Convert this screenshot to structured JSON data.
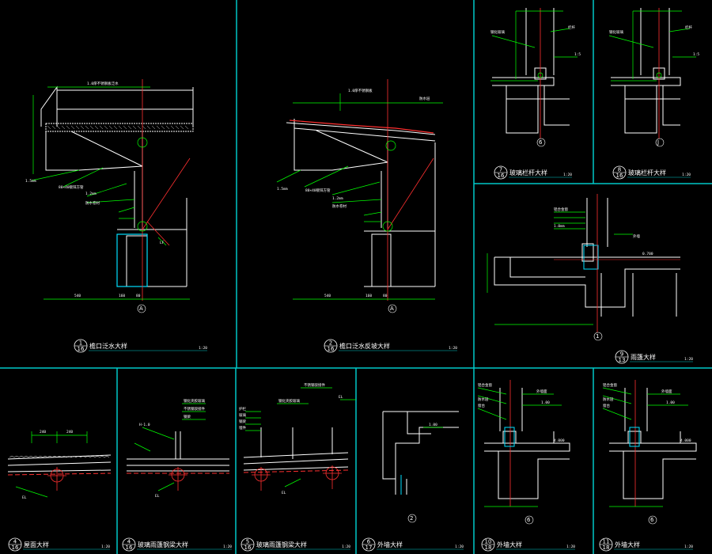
{
  "sheet": {
    "background": "#000000",
    "frame_color": "#00c8c8",
    "colors": {
      "outline": "#ffffff",
      "leader": "#00ff00",
      "axis": "#ff3030",
      "insulation": "#00e0ff",
      "hatch": "#ffffff"
    }
  },
  "details": [
    {
      "id": "d1",
      "no": "1",
      "ref": "16",
      "title": "檐口泛水大样",
      "scale": "1:20",
      "axis": "A",
      "dims": [
        "540",
        "160",
        "80"
      ]
    },
    {
      "id": "d2",
      "no": "2",
      "ref": "16",
      "title": "檐口泛水反坡大样",
      "scale": "1:20",
      "axis": "A",
      "dims": [
        "540",
        "160",
        "80"
      ]
    },
    {
      "id": "d3",
      "no": "7",
      "ref": "16",
      "title": "玻璃栏杆大样",
      "scale": "1:20",
      "axis": "6"
    },
    {
      "id": "d4",
      "no": "8",
      "ref": "16",
      "title": "玻璃栏杆大样",
      "scale": "1:20",
      "axis": "J"
    },
    {
      "id": "d5",
      "no": "9",
      "ref": "13",
      "title": "雨篷大样",
      "scale": "1:20",
      "axis": "1"
    },
    {
      "id": "d6",
      "no": "4",
      "ref": "16",
      "title": "屋面大样",
      "scale": "1:20"
    },
    {
      "id": "d7",
      "no": "4",
      "ref": "16",
      "title": "玻璃雨篷钢梁大样",
      "scale": "1:20"
    },
    {
      "id": "d8",
      "no": "5",
      "ref": "16",
      "title": "玻璃雨篷钢梁大样",
      "scale": "1:20"
    },
    {
      "id": "d9",
      "no": "6",
      "ref": "17",
      "title": "外墙大样",
      "scale": "1:20",
      "axis": "2"
    },
    {
      "id": "d10",
      "no": "10",
      "ref": "18",
      "title": "外墙大样",
      "scale": "1:20",
      "axis": "6"
    },
    {
      "id": "d11",
      "no": "11",
      "ref": "18",
      "title": "外墙大样",
      "scale": "1:20",
      "axis": "6"
    }
  ]
}
